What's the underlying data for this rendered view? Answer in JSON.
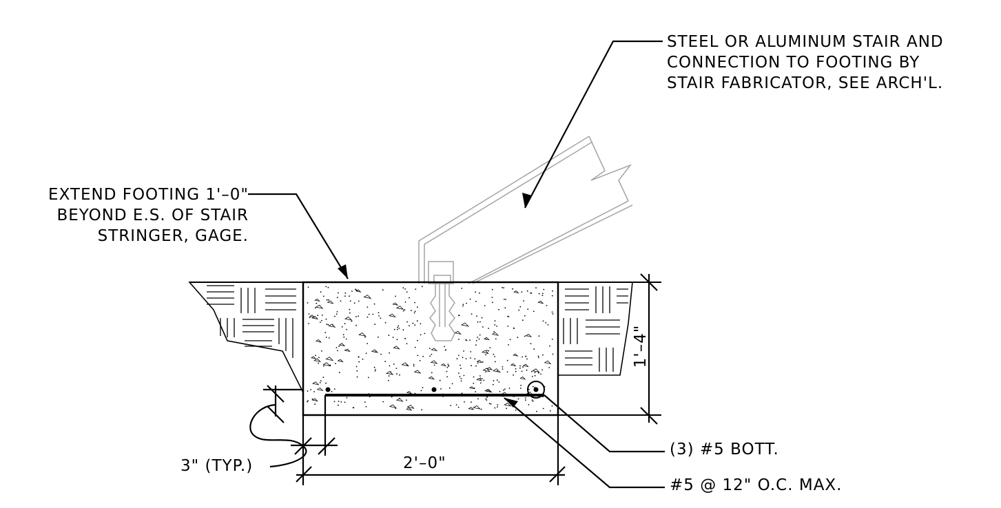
{
  "notes": {
    "stair": [
      "STEEL OR ALUMINUM STAIR AND",
      "CONNECTION TO FOOTING BY",
      "STAIR FABRICATOR, SEE ARCH'L."
    ],
    "extend": [
      "EXTEND FOOTING 1'–0\"",
      "BEYOND E.S. OF STAIR",
      "STRINGER, GAGE."
    ],
    "bott_bars": "(3) #5 BOTT.",
    "trans_bars": "#5 @ 12\" O.C. MAX."
  },
  "dimensions": {
    "depth": "1'–4\"",
    "width": "2'–0\"",
    "cover": "3\" (TYP.)"
  }
}
